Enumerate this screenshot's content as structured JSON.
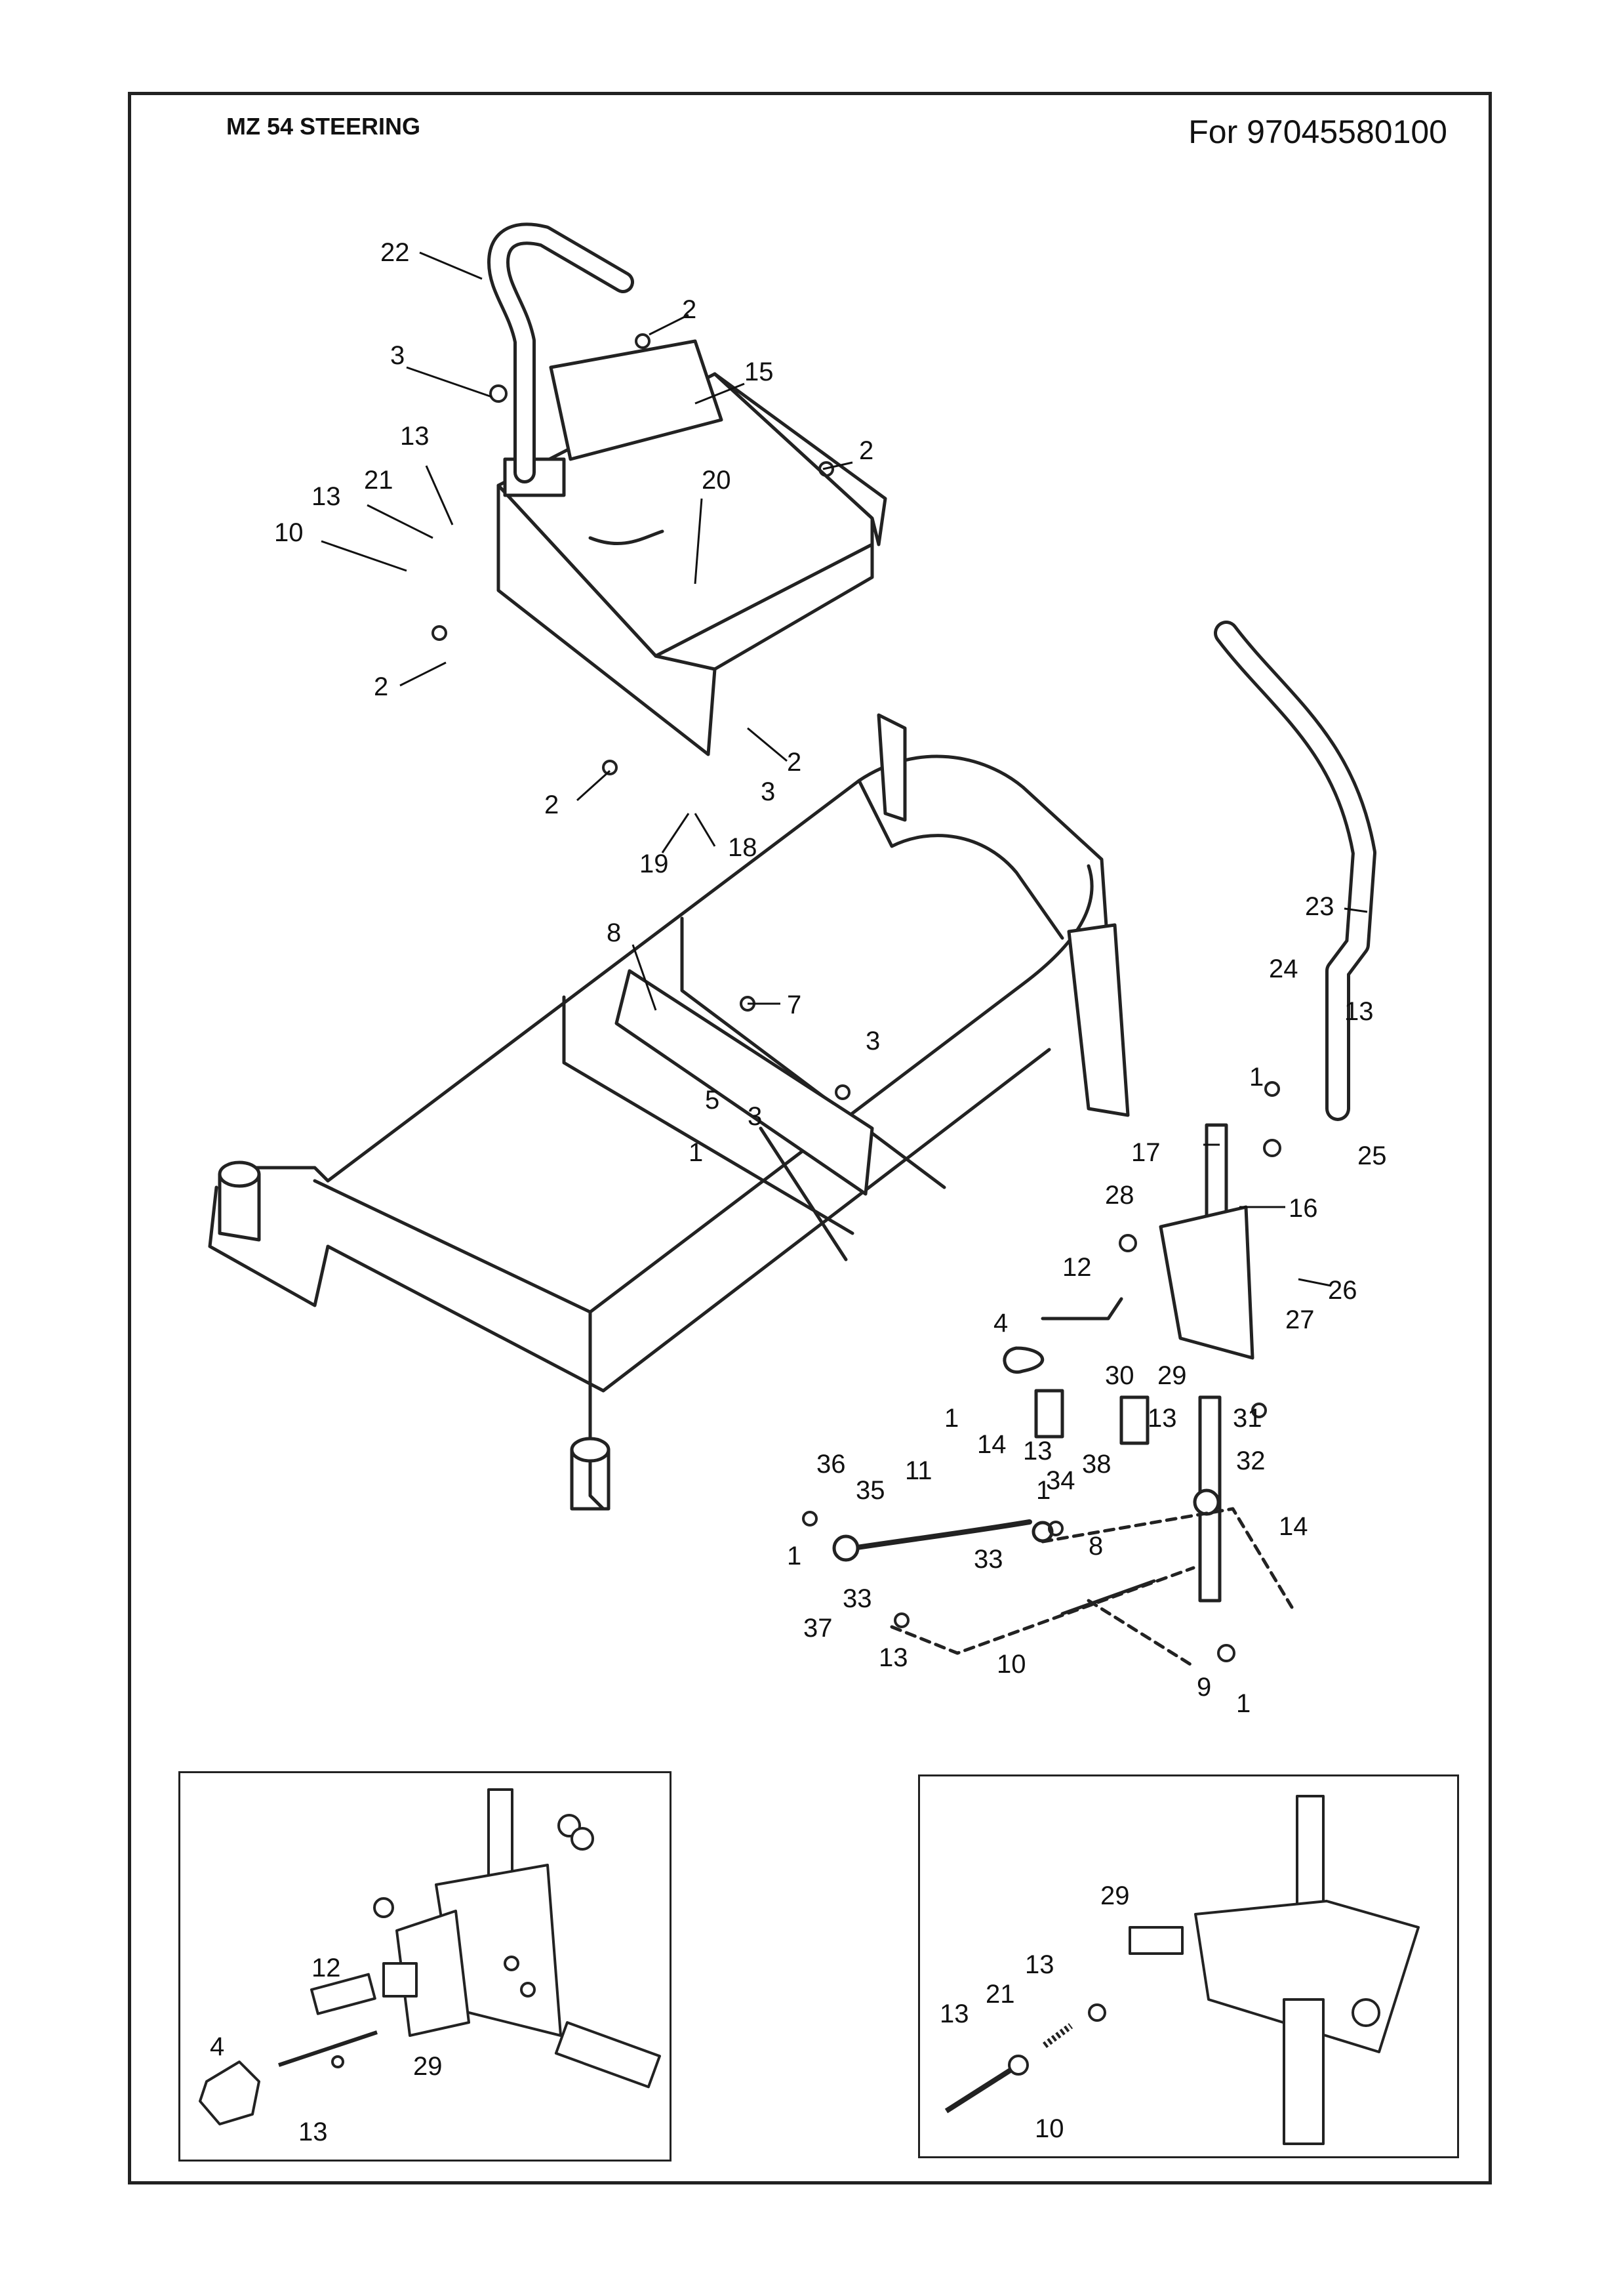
{
  "header": {
    "title": "MZ 54 STEERING",
    "model": "For 97045580100"
  },
  "callouts": {
    "main": [
      "22",
      "2",
      "3",
      "15",
      "13",
      "21",
      "2",
      "13",
      "20",
      "10",
      "2",
      "2",
      "3",
      "2",
      "19",
      "18",
      "8",
      "7",
      "3",
      "5",
      "1",
      "3",
      "23",
      "24",
      "13",
      "1",
      "25",
      "17",
      "16",
      "28",
      "26",
      "12",
      "27",
      "4",
      "29",
      "30",
      "13",
      "31",
      "1",
      "14",
      "13",
      "34",
      "38",
      "32",
      "36",
      "35",
      "11",
      "1",
      "14",
      "1",
      "33",
      "8",
      "37",
      "33",
      "13",
      "10",
      "9",
      "1"
    ],
    "inset_left": [
      "12",
      "4",
      "29",
      "13"
    ],
    "inset_right": [
      "29",
      "13",
      "21",
      "13",
      "10"
    ]
  }
}
